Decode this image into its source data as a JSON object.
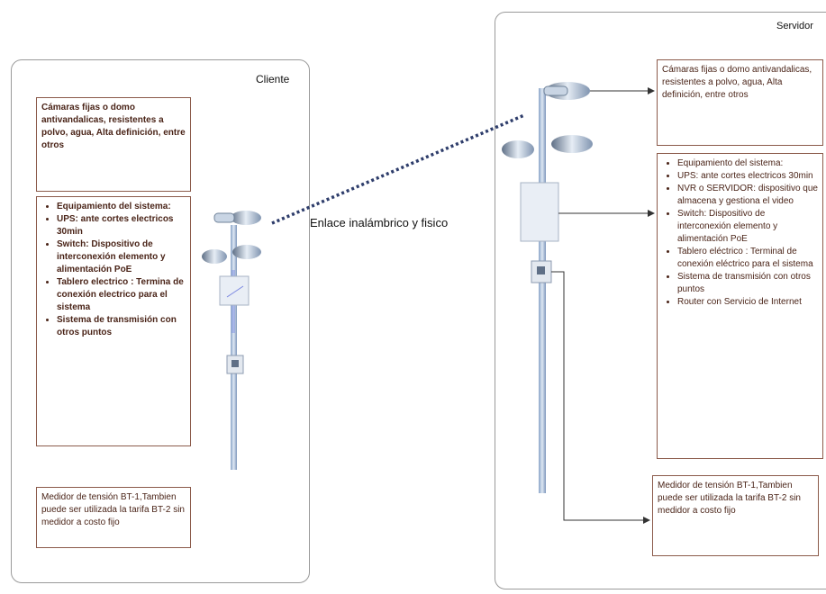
{
  "client": {
    "title": "Cliente",
    "cameras_text": "Cámaras fijas o domo antivandalicas, resistentes a polvo, agua, Alta definición, entre otros",
    "equipment": [
      "Equipamiento del sistema:",
      "UPS: ante cortes electricos 30min",
      "Switch: Dispositivo de interconexión elemento y alimentación PoE",
      "Tablero electrico : Termina de conexión electrico para el sistema",
      "Sistema de transmisión con otros puntos"
    ],
    "meter_text": "Medidor de tensión BT-1,Tambien puede ser utilizada la tarifa BT-2 sin medidor a costo fijo"
  },
  "link_label": "Enlace inalámbrico y fisico",
  "server": {
    "title": "Servidor",
    "cameras_text": "Cámaras fijas o domo antivandalicas, resistentes a polvo, agua, Alta definición, entre otros",
    "equipment": [
      "Equipamiento del sistema:",
      "UPS: ante cortes electricos 30min",
      "NVR o SERVIDOR: dispositivo que almacena y gestiona el video",
      "Switch: Dispositivo de interconexión elemento y alimentación PoE",
      "Tablero eléctrico : Terminal de conexión eléctrico para el sistema",
      "Sistema de transmisión con otros puntos",
      "Router con Servicio de Internet"
    ],
    "meter_text": "Medidor de tensión BT-1,Tambien puede ser utilizada la tarifa BT-2 sin medidor a costo fijo"
  }
}
